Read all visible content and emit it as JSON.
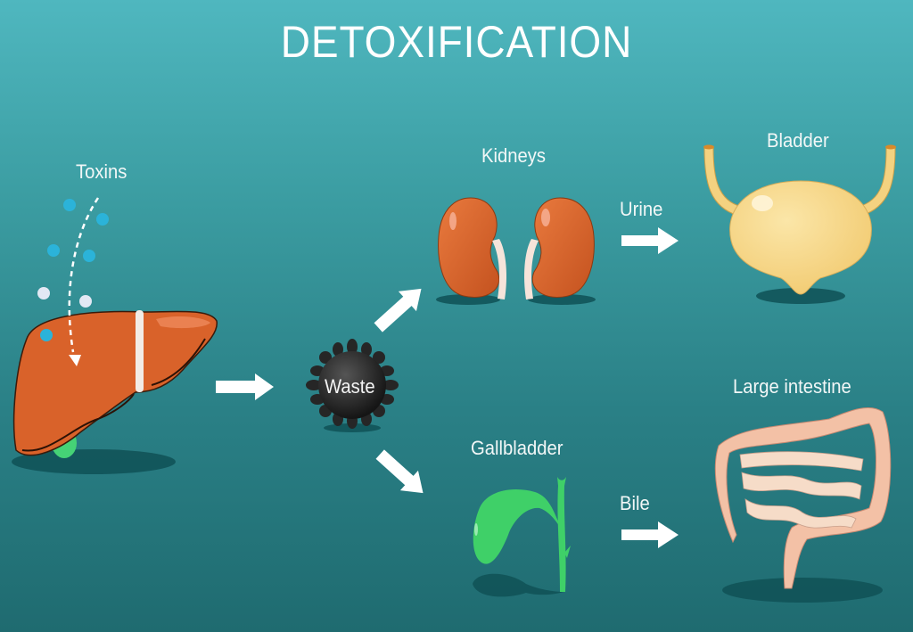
{
  "title": "DETOXIFICATION",
  "labels": {
    "toxins": "Toxins",
    "waste": "Waste",
    "kidneys": "Kidneys",
    "urine": "Urine",
    "bladder": "Bladder",
    "gallbladder": "Gallbladder",
    "bile": "Bile",
    "large_intestine": "Large intestine"
  },
  "flow": [
    {
      "from": "Liver",
      "to": "Waste"
    },
    {
      "from": "Waste",
      "to": "Kidneys"
    },
    {
      "from": "Waste",
      "to": "Gallbladder"
    },
    {
      "from": "Kidneys",
      "to": "Bladder",
      "via": "Urine"
    },
    {
      "from": "Gallbladder",
      "to": "Large intestine",
      "via": "Bile"
    }
  ],
  "colors": {
    "background_top": "#4fb7bf",
    "background_bottom": "#1f6b70",
    "liver": "#d9622a",
    "kidney": "#d4622c",
    "bladder": "#f7d88c",
    "gallbladder": "#3fd068",
    "intestine": "#f3c1a6",
    "waste": "#2a2a2a",
    "toxin_blue": "#2bb3d9",
    "toxin_white": "#e2e8f4",
    "arrow": "#ffffff"
  }
}
